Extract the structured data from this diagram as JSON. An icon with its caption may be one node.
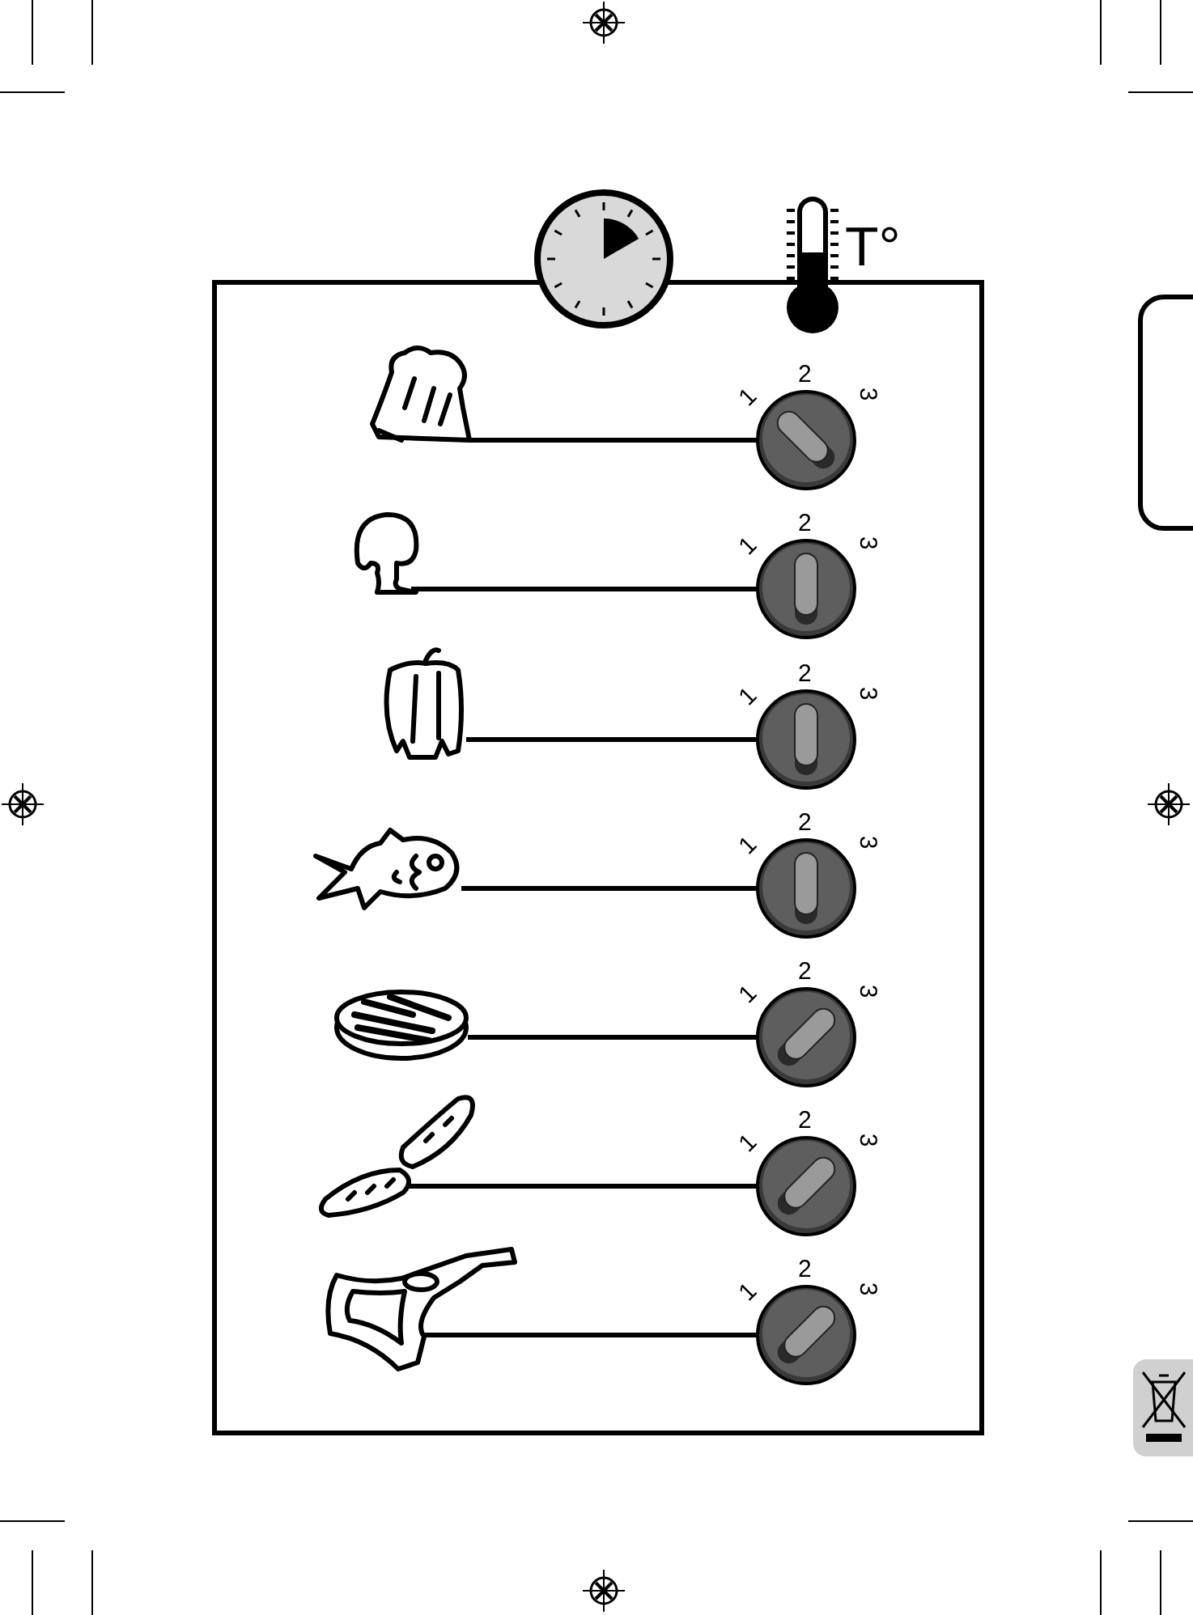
{
  "diagram": {
    "nodes": [
      {
        "text": [],
        "shape": "picture"
      },
      {
        "text": [],
        "shape": "circle",
        "beside": [
          "2",
          "1",
          "3"
        ]
      },
      {
        "text": [],
        "shape": "picture"
      },
      {
        "text": [],
        "shape": "circle",
        "beside": [
          "2",
          "1",
          "3"
        ]
      },
      {
        "text": [],
        "shape": "picture"
      },
      {
        "text": [],
        "shape": "circle",
        "beside": [
          "2",
          "1",
          "3"
        ]
      },
      {
        "text": [],
        "shape": "picture"
      },
      {
        "text": [],
        "shape": "circle",
        "beside": [
          "2",
          "1",
          "3"
        ]
      },
      {
        "text": [],
        "shape": "picture"
      },
      {
        "text": [],
        "shape": "circle",
        "beside": [
          "2",
          "1",
          "3"
        ]
      },
      {
        "text": [],
        "shape": "picture"
      },
      {
        "text": [],
        "shape": "circle",
        "beside": [
          "2",
          "1",
          "3"
        ]
      },
      {
        "text": [],
        "shape": "picture"
      },
      {
        "text": [],
        "shape": "circle",
        "beside": [
          "2",
          "1",
          "3"
        ]
      }
    ],
    "edges": [
      {
        "from": 0,
        "to": 1,
        "arrow": "none"
      },
      {
        "from": 2,
        "to": 3,
        "arrow": "none"
      },
      {
        "from": 4,
        "to": 5,
        "arrow": "none"
      },
      {
        "from": 6,
        "to": 7,
        "arrow": "none"
      },
      {
        "from": 8,
        "to": 9,
        "arrow": "none"
      },
      {
        "from": 10,
        "to": 11,
        "arrow": "none"
      },
      {
        "from": 12,
        "to": 13,
        "arrow": "none"
      }
    ],
    "labels": [
      "T°"
    ]
  }
}
